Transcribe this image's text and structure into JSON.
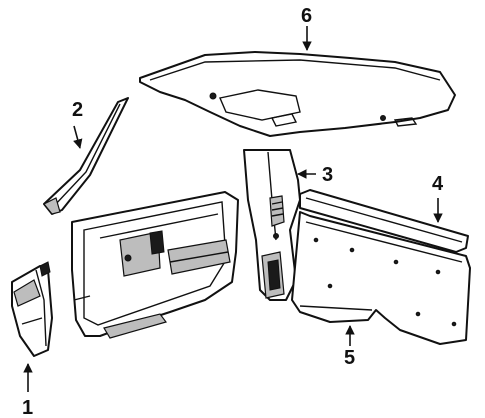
{
  "callouts": {
    "c1": "1",
    "c2": "2",
    "c3": "3",
    "c4": "4",
    "c5": "5",
    "c6": "6"
  },
  "colors": {
    "line": "#111111",
    "shade": "#bdbdbd",
    "background": "#ffffff"
  }
}
